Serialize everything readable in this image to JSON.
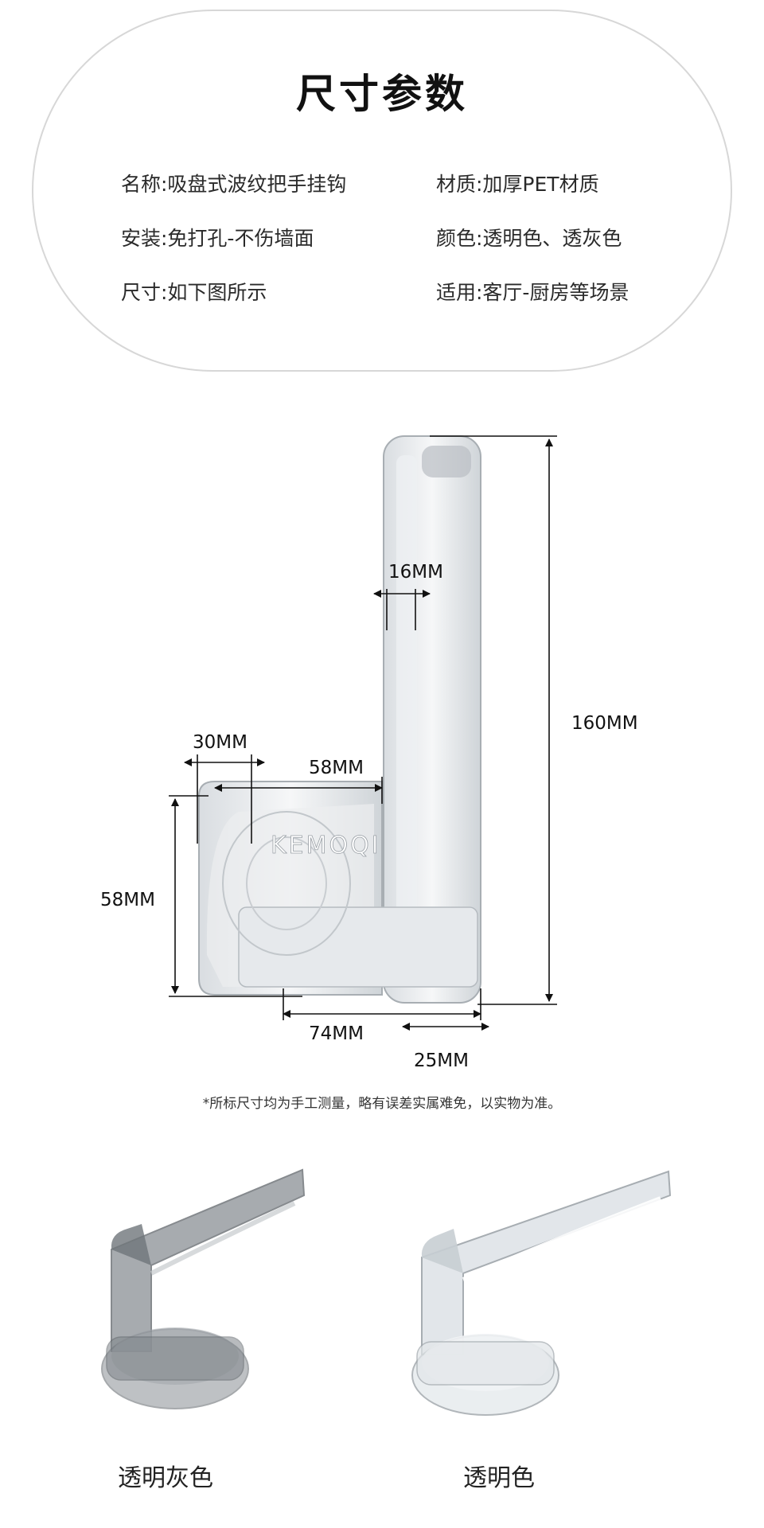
{
  "title": "尺寸参数",
  "specs": {
    "name": "名称:吸盘式波纹把手挂钩",
    "material": "材质:加厚PET材质",
    "install": "安装:免打孔-不伤墙面",
    "color": "颜色:透明色、透灰色",
    "size": "尺寸:如下图所示",
    "usage": "适用:客厅-厨房等场景"
  },
  "diagram": {
    "brand": "KEMOQI",
    "dims": {
      "width_16": "16MM",
      "height_160": "160MM",
      "width_30": "30MM",
      "width_58": "58MM",
      "height_58": "58MM",
      "depth_74": "74MM",
      "bar_25": "25MM"
    }
  },
  "note": "*所标尺寸均为手工测量，略有误差实属难免，以实物为准。",
  "variants": [
    {
      "label": "透明灰色",
      "color": "#8a8f95"
    },
    {
      "label": "透明色",
      "color": "#dfe4e8"
    }
  ]
}
